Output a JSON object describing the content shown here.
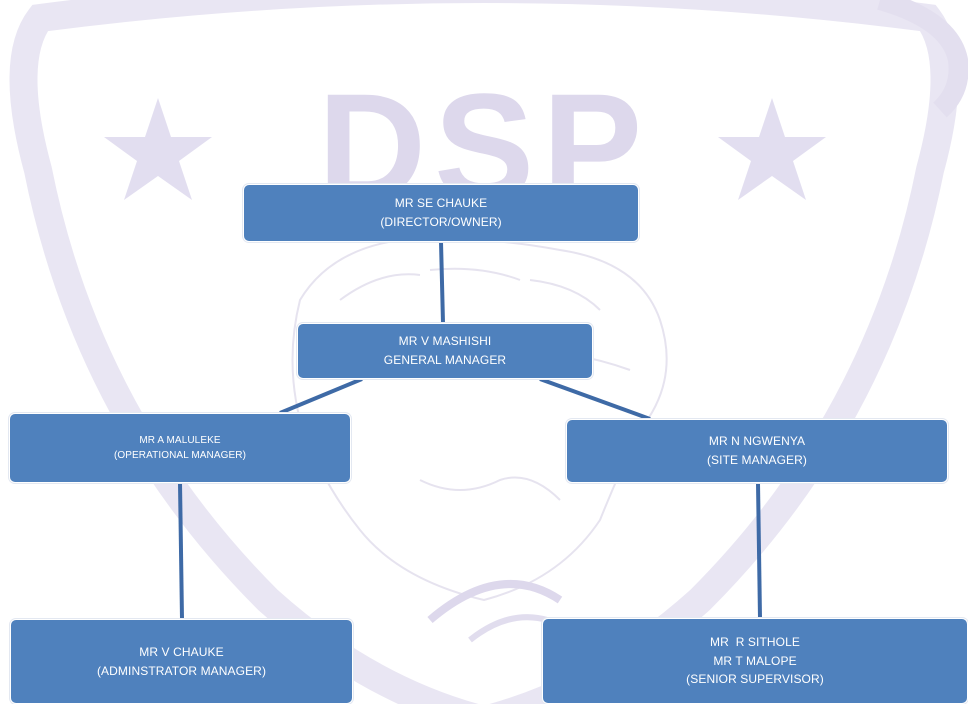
{
  "watermark": {
    "logo_text": "DSP",
    "logo_color": "#ddd8ec",
    "description_icons": [
      "star-icon",
      "shield-outline",
      "fist-emblem"
    ]
  },
  "colors": {
    "node_fill": "#4f81bd",
    "node_text": "#ffffff",
    "connector": "#3e6aa6"
  },
  "org_chart": {
    "director": {
      "lines": [
        "MR SE CHAUKE",
        "(DIRECTOR/OWNER)"
      ]
    },
    "general_manager": {
      "lines": [
        "MR V MASHISHI",
        "GENERAL MANAGER"
      ]
    },
    "operational_manager": {
      "lines": [
        "MR A MALULEKE",
        "(OPERATIONAL MANAGER)"
      ]
    },
    "site_manager": {
      "lines": [
        "MR N NGWENYA",
        "(SITE MANAGER)"
      ]
    },
    "administrator_manager": {
      "lines": [
        "MR V CHAUKE",
        "(ADMINSTRATOR MANAGER)"
      ]
    },
    "senior_supervisor": {
      "lines": [
        "MR  R SITHOLE",
        "MR T MALOPE",
        "(SENIOR SUPERVISOR)"
      ]
    }
  }
}
